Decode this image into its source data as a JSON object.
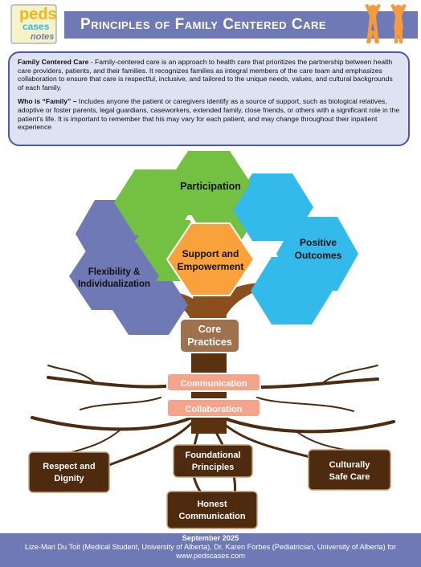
{
  "header": {
    "title": "Principles of Family Centered Care",
    "logo_top": "peds",
    "logo_mid": "cases",
    "logo_bottom": "notes"
  },
  "info": {
    "fcc_term": "Family Centered Care",
    "fcc_text": " - Family-centered care is an approach to health care that prioritizes the partnership between health care providers, patients, and their families. It recognizes families as integral members of the care team and emphasizes collaboration to ensure that care is respectful, inclusive, and tailored to the unique needs, values, and cultural backgrounds of each family.",
    "family_term": "Who is “Family” –",
    "family_text": " Includes anyone the patient or caregivers identify as a source of support, such as biological relatives, adoptive or foster parents, legal guardians, caseworkers, extended family, close friends, or others with a significant role in the patient’s life. It is important to remember that his may vary for each patient, and may change throughout their inpatient experience"
  },
  "tree": {
    "participation": "Participation",
    "support_line1": "Support and",
    "support_line2": "Empowerment",
    "flex_line1": "Flexibility &",
    "flex_line2": "Individualization",
    "positive_line1": "Positive",
    "positive_line2": "Outcomes",
    "core_line1": "Core",
    "core_line2": "Practices",
    "communication": "Communication",
    "collaboration": "Collaboration",
    "respect_line1": "Respect and",
    "respect_line2": "Dignity",
    "foundational_line1": "Foundational",
    "foundational_line2": "Principles",
    "honest_line1": "Honest",
    "honest_line2": "Communication",
    "cultural_line1": "Culturally",
    "cultural_line2": "Safe Care"
  },
  "colors": {
    "green": "#73c043",
    "blue": "#33b9ea",
    "purple": "#6e79b5",
    "orange": "#f9a13a",
    "trunk": "#8b4f1e",
    "root_box": "#4e2a0e",
    "salmon": "#f3a48a"
  },
  "footer": {
    "date": "September 2025",
    "credit": "Lize-Mari Du Toit (Medical Student, University of Alberta), Dr. Karen Forbes (Pediatrician, University of Alberta) for www.pedscases.com"
  }
}
